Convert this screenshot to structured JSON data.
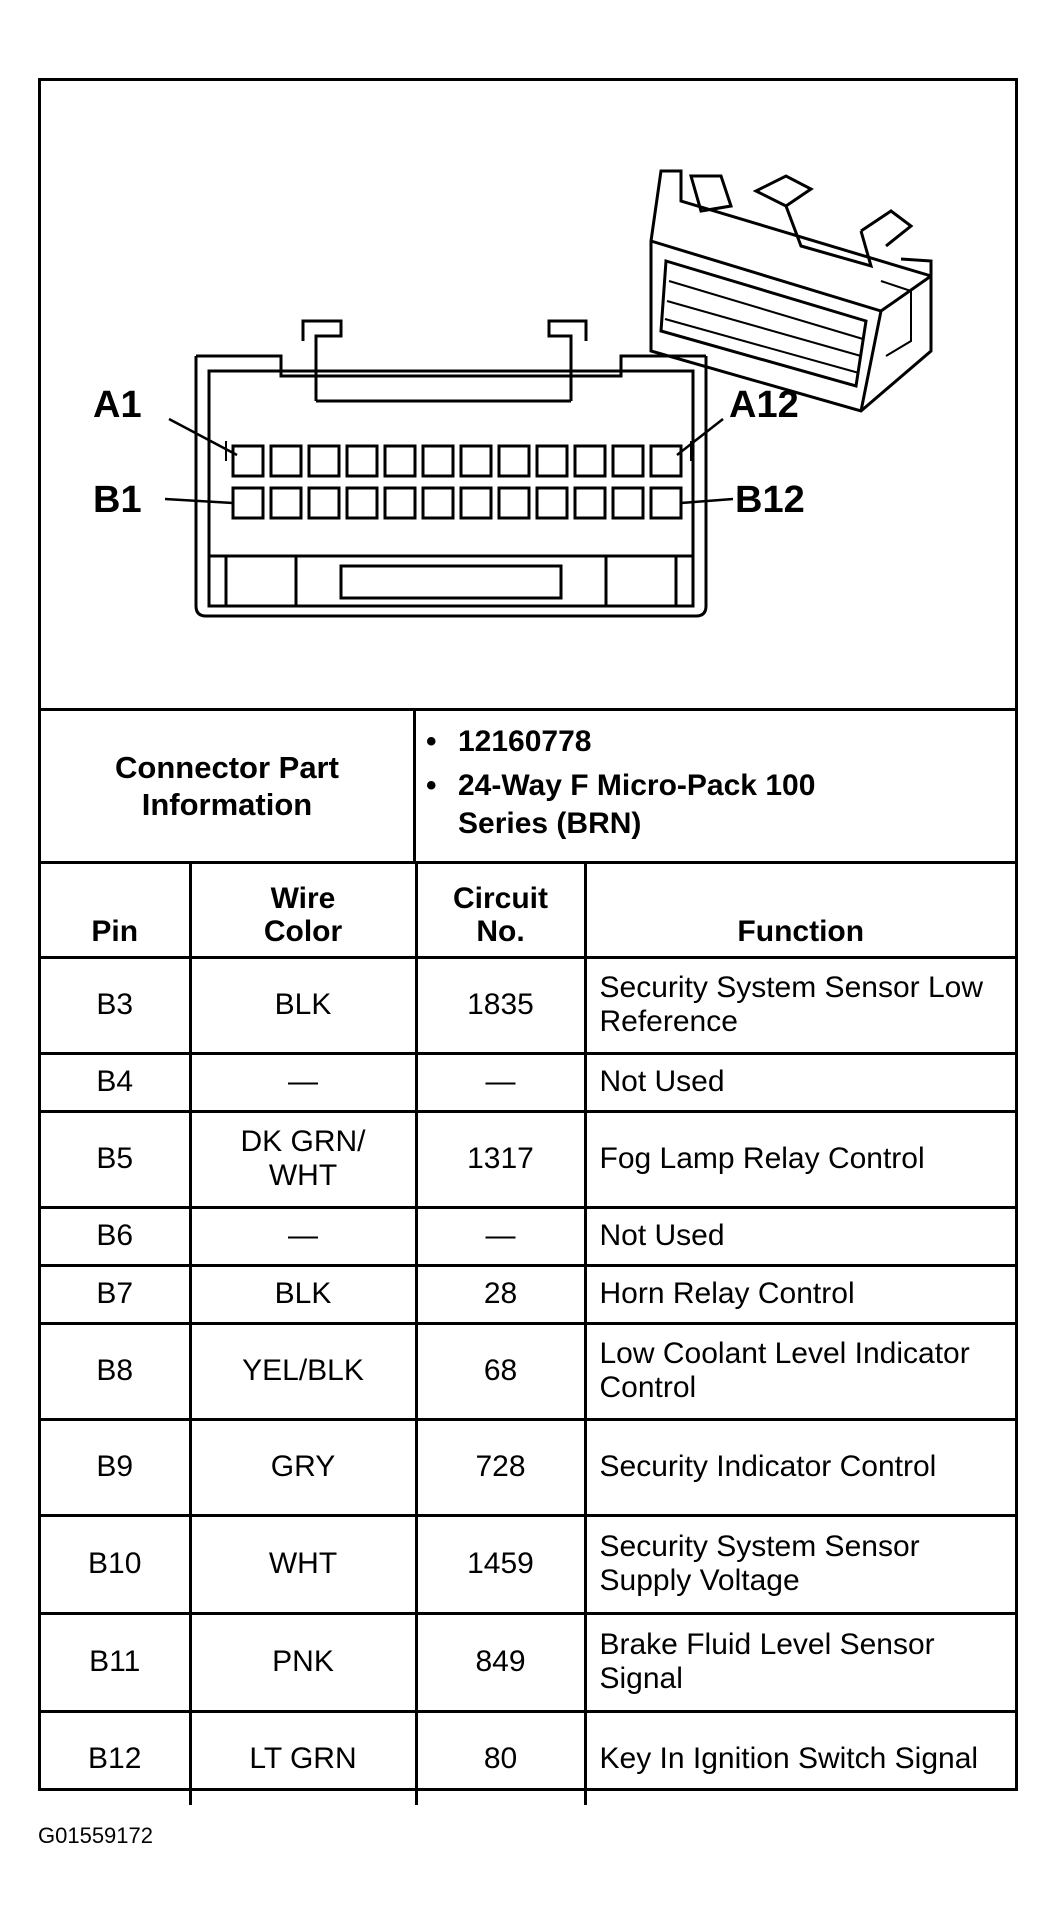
{
  "diagram": {
    "labels": {
      "a1": "A1",
      "a12": "A12",
      "b1": "B1",
      "b12": "B12"
    }
  },
  "connector_info": {
    "title": "Connector Part Information",
    "items": [
      "12160778",
      "24-Way F Micro-Pack 100 Series (BRN)"
    ]
  },
  "table": {
    "headers": [
      "Pin",
      "Wire Color",
      "Circuit No.",
      "Function"
    ],
    "rows": [
      {
        "pin": "B3",
        "wire_color": "BLK",
        "circuit": "1835",
        "function": "Security System Sensor Low Reference"
      },
      {
        "pin": "B4",
        "wire_color": "—",
        "circuit": "—",
        "function": "Not Used"
      },
      {
        "pin": "B5",
        "wire_color": "DK GRN/ WHT",
        "circuit": "1317",
        "function": "Fog Lamp Relay Control"
      },
      {
        "pin": "B6",
        "wire_color": "—",
        "circuit": "—",
        "function": "Not Used"
      },
      {
        "pin": "B7",
        "wire_color": "BLK",
        "circuit": "28",
        "function": "Horn Relay Control"
      },
      {
        "pin": "B8",
        "wire_color": "YEL/BLK",
        "circuit": "68",
        "function": "Low Coolant Level Indicator Control"
      },
      {
        "pin": "B9",
        "wire_color": "GRY",
        "circuit": "728",
        "function": "Security Indicator Control"
      },
      {
        "pin": "B10",
        "wire_color": "WHT",
        "circuit": "1459",
        "function": "Security System Sensor Supply Voltage"
      },
      {
        "pin": "B11",
        "wire_color": "PNK",
        "circuit": "849",
        "function": "Brake Fluid Level Sensor Signal"
      },
      {
        "pin": "B12",
        "wire_color": "LT GRN",
        "circuit": "80",
        "function": "Key In Ignition Switch Signal"
      }
    ]
  },
  "footer": {
    "code": "G01559172"
  }
}
